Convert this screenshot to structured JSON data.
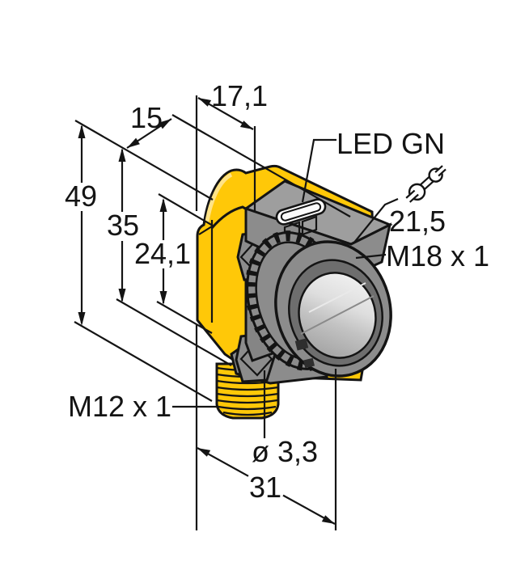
{
  "figure": {
    "description": "Isometric technical dimension drawing of an M18 barrel photoelectric sensor with yellow rectangular housing, gray sensing head with knurled lock nut and lens, and M12 threaded connector",
    "background": "#ffffff",
    "colors": {
      "housing_yellow": "#FFC808",
      "housing_yellow_highlight": "#FFE387",
      "gray_mid": "#8C8C8C",
      "gray_light": "#9E9E9E",
      "gray_plate": "#858585",
      "gray_dark": "#6E6E6E",
      "outline_black": "#141414",
      "led_window_white": "#FFFFFF"
    }
  },
  "dimensions": {
    "head_depth": "17,1",
    "body_depth": "15",
    "total_height": "49",
    "body_height": "35",
    "hole_spacing": "24,1",
    "wrench_size": "21,5",
    "width": "31",
    "hole_diameter": "ø 3,3"
  },
  "labels": {
    "led": "LED GN",
    "front_thread": "M18 x 1",
    "connector_thread": "M12 x 1"
  },
  "icons": {
    "wrench": "wrench-icon"
  }
}
